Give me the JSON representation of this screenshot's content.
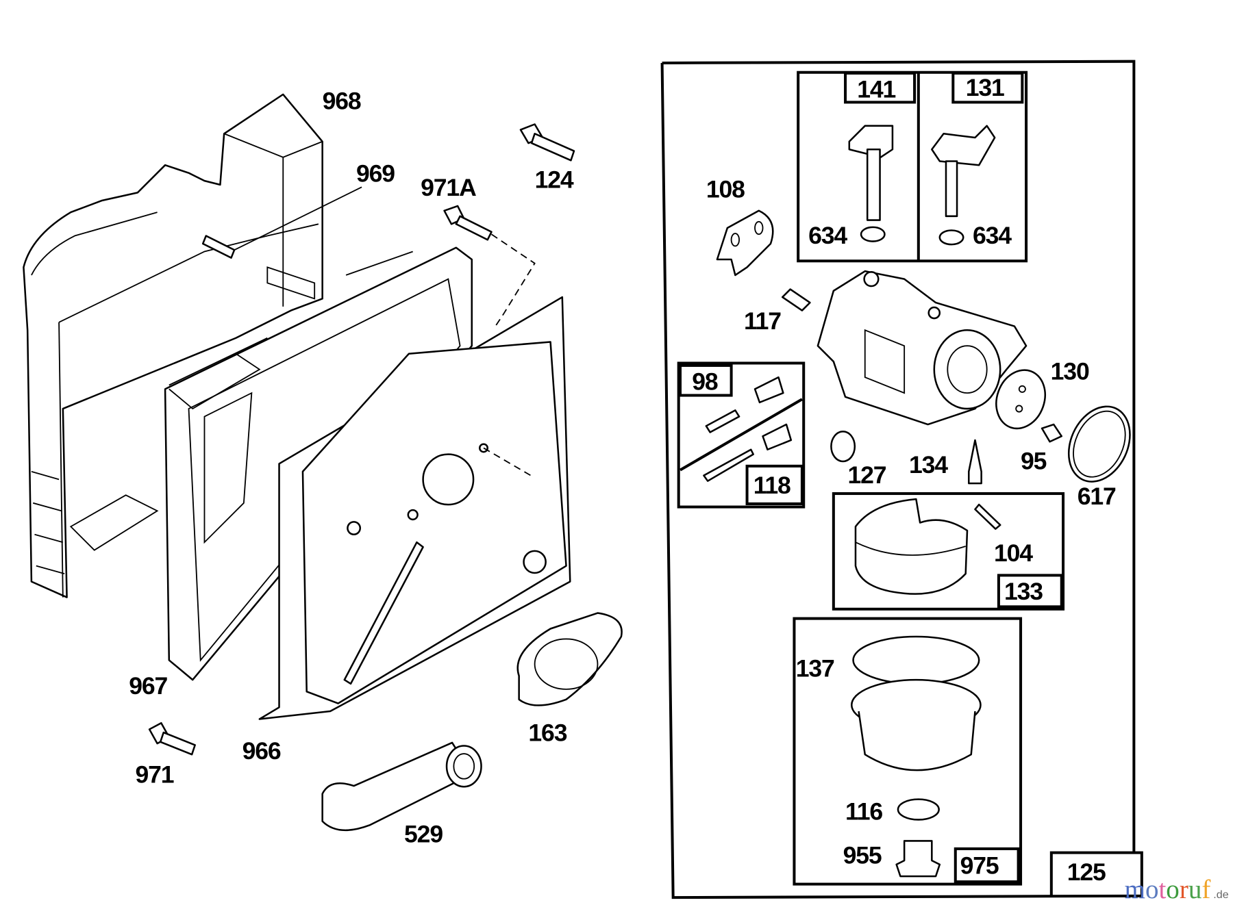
{
  "callouts": {
    "air_cleaner_base": "968",
    "stud": "969",
    "screw_a": "971A",
    "screw_124": "124",
    "plate": "108",
    "throttle_shaft_kit": "141",
    "choke_shaft_kit": "131",
    "seal_left": "634",
    "seal_right": "634",
    "tube": "117",
    "gasket_130": "130",
    "screw_kit": "98",
    "needle_kit": "118",
    "plug": "127",
    "needle": "134",
    "screw_95": "95",
    "o_ring": "617",
    "pin": "104",
    "float": "133",
    "bowl": "137",
    "washer": "116",
    "bowl_nut": "955",
    "bowl_kit": "975",
    "carburetor": "125",
    "filter": "967",
    "cover": "966",
    "screw_971": "971",
    "gasket_163": "163",
    "breather_tube": "529"
  },
  "watermark": {
    "letters": [
      "m",
      "o",
      "t",
      "o",
      "r",
      "u",
      "f"
    ],
    "colors": [
      "#4b6cc1",
      "#5b7bbf",
      "#e0609e",
      "#3c9a3c",
      "#e2572a",
      "#4aa14a",
      "#f0a428"
    ],
    "suffix": ".de"
  }
}
